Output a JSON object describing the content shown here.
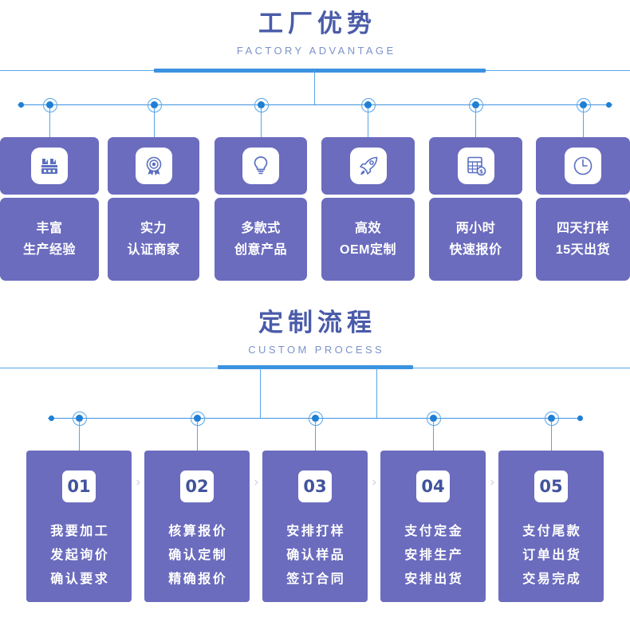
{
  "theme": {
    "purple_card": "#6b6cbe",
    "title_blue": "#4a5ba9",
    "subtitle_blue": "#7b93c9",
    "rail_blue": "#55a5e8",
    "node_blue": "#1f7fd4",
    "badge_text": "#41539c",
    "white": "#ffffff"
  },
  "sections": [
    {
      "id": "factory-advantage",
      "title_cn": "工厂优势",
      "title_en": "FACTORY ADVANTAGE"
    },
    {
      "id": "custom-process",
      "title_cn": "定制流程",
      "title_en": "CUSTOM PROCESS"
    }
  ],
  "advantages": [
    {
      "icon": "factory-icon",
      "line1": "丰富",
      "line2": "生产经验"
    },
    {
      "icon": "badge-award-icon",
      "line1": "实力",
      "line2": "认证商家"
    },
    {
      "icon": "lightbulb-icon",
      "line1": "多款式",
      "line2": "创意产品"
    },
    {
      "icon": "rocket-icon",
      "line1": "高效",
      "line2": "OEM定制"
    },
    {
      "icon": "calculator-icon",
      "line1": "两小时",
      "line2": "快速报价"
    },
    {
      "icon": "clock-icon",
      "line1": "四天打样",
      "line2": "15天出货"
    }
  ],
  "process_steps": [
    {
      "number": "01",
      "line1": "我要加工",
      "line2": "发起询价",
      "line3": "确认要求"
    },
    {
      "number": "02",
      "line1": "核算报价",
      "line2": "确认定制",
      "line3": "精确报价"
    },
    {
      "number": "03",
      "line1": "安排打样",
      "line2": "确认样品",
      "line3": "签订合同"
    },
    {
      "number": "04",
      "line1": "支付定金",
      "line2": "安排生产",
      "line3": "安排出货"
    },
    {
      "number": "05",
      "line1": "支付尾款",
      "line2": "订单出货",
      "line3": "交易完成"
    }
  ],
  "separators": {
    "chevron": "›"
  }
}
